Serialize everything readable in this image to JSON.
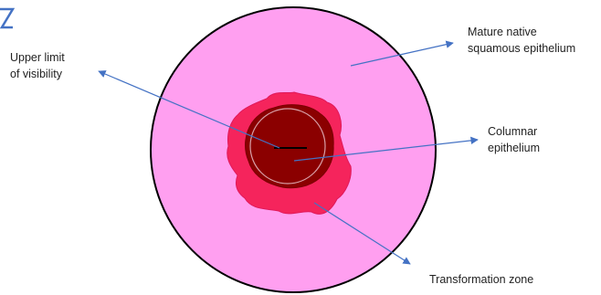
{
  "labels": {
    "upper_limit": [
      "Upper limit",
      "of visibility"
    ],
    "mature_native": [
      "Mature native",
      "squamous epithelium"
    ],
    "columnar": [
      "Columnar",
      "epithelium"
    ],
    "transformation_zone": [
      "Transformation zone"
    ]
  },
  "colors": {
    "cervix_outer": "#ff9ff0",
    "cervix_outline": "#000000",
    "transformation_zone": "#f5245c",
    "transformation_zone_edge": "#e0185a",
    "columnar_epithelium": "#8b0000",
    "columnar_inner_ring": "#d8a0a8",
    "arrow": "#4472c4",
    "corner_mark": "#4472c4"
  }
}
